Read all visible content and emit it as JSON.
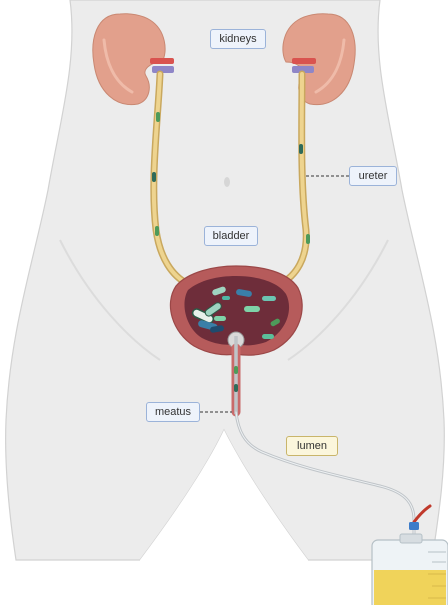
{
  "labels": {
    "kidneys": "kidneys",
    "ureter": "ureter",
    "bladder": "bladder",
    "meatus": "meatus",
    "lumen": "lumen"
  },
  "colors": {
    "skin": "#ececec",
    "outline": "#c8c8c8",
    "kidney": "#e2a08c",
    "ureter": "#e0c27a",
    "bladder": "#b65b5b",
    "bladder_inner": "#6e2d3a",
    "urine": "#f0d35a",
    "label_border_blue": "#9bb3d9",
    "label_border_yellow": "#c9b56a"
  }
}
